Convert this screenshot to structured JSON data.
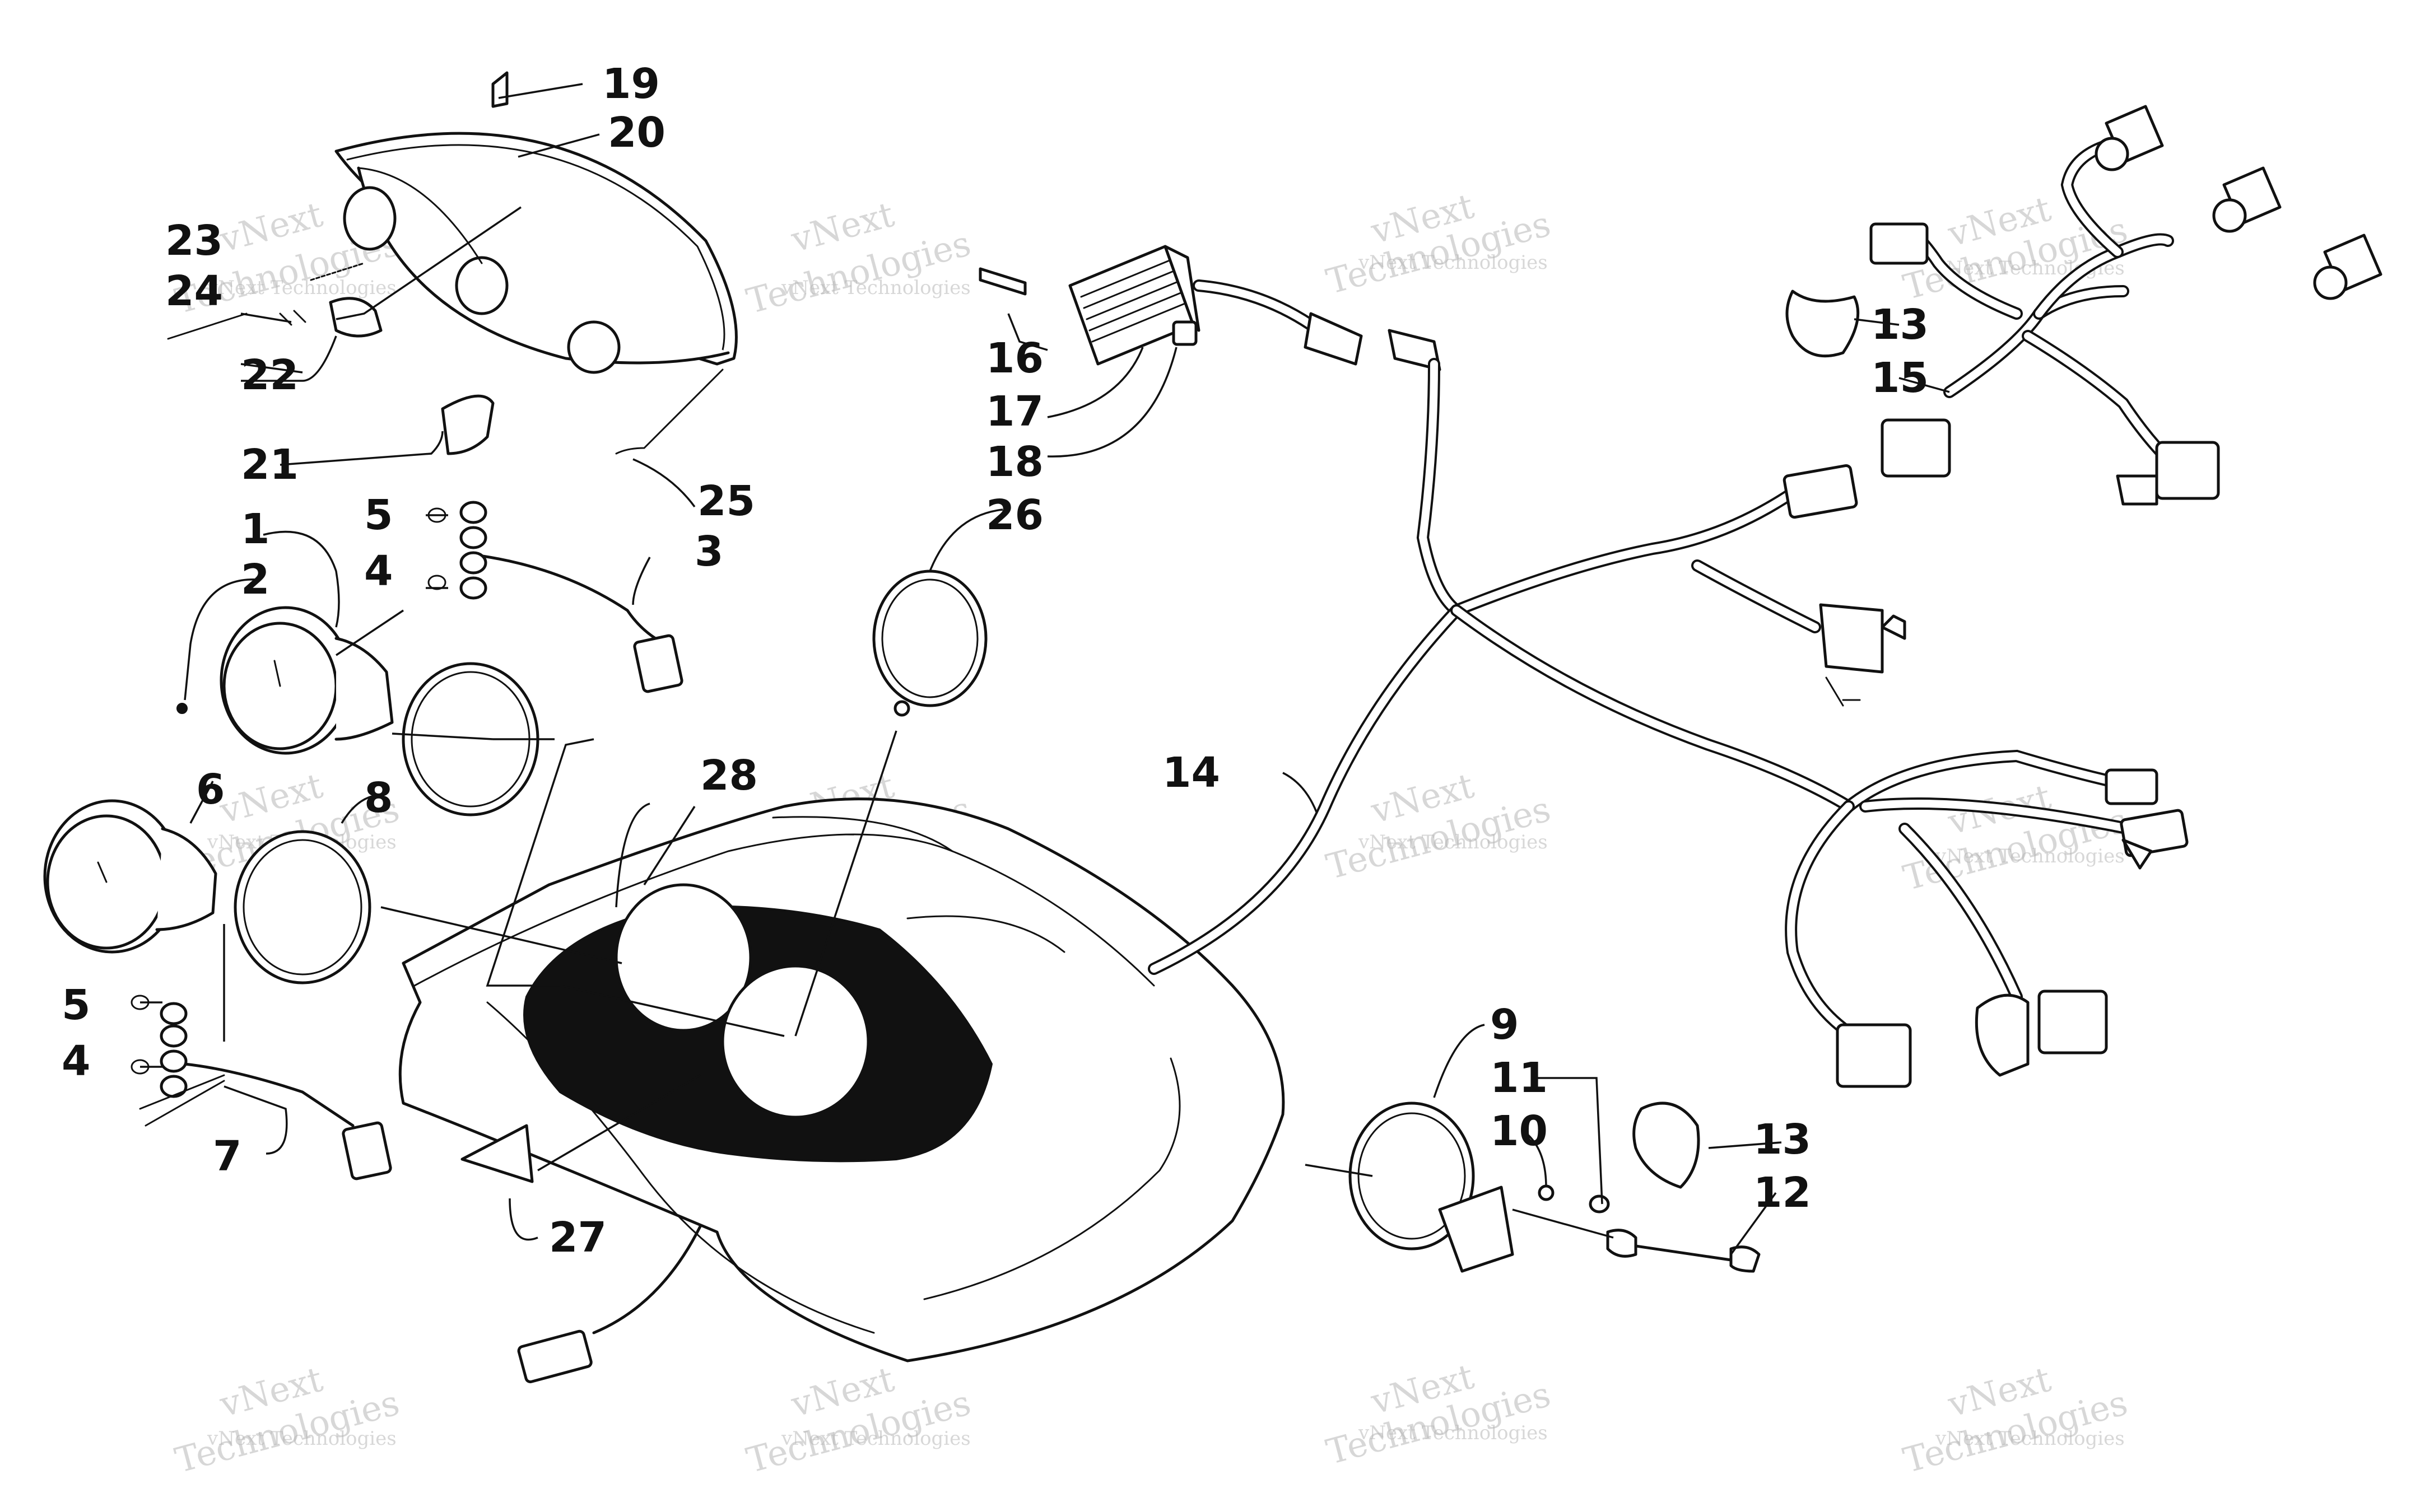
{
  "watermark": {
    "line1": "vNext",
    "line2": "Technologies",
    "small": "vNext Technologies"
  },
  "callouts": [
    "1",
    "2",
    "3",
    "4",
    "5",
    "4",
    "5",
    "6",
    "7",
    "8",
    "9",
    "10",
    "11",
    "12",
    "13",
    "13",
    "14",
    "15",
    "16",
    "17",
    "18",
    "19",
    "20",
    "21",
    "22",
    "23",
    "24",
    "25",
    "26",
    "27",
    "28"
  ]
}
